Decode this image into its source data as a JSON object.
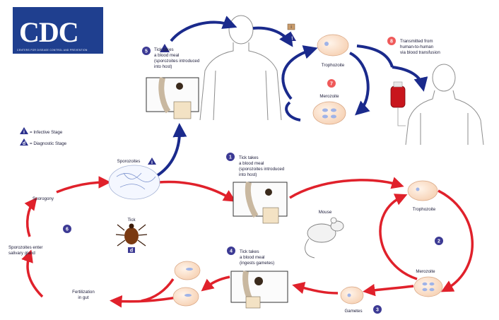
{
  "logo": {
    "text": "CDC",
    "subtitle": "CENTERS FOR DISEASE CONTROL AND PREVENTION"
  },
  "legend": {
    "infective_symbol": "i",
    "infective_label": "= Infective Stage",
    "diagnostic_symbol": "d",
    "diagnostic_label": "= Diagnostic Stage"
  },
  "stages": {
    "s1": {
      "num": "1",
      "line1": "Tick takes",
      "line2": "a blood meal",
      "line3": "(sporozoites introduced",
      "line4": "into host)"
    },
    "s2": {
      "num": "2"
    },
    "s3": {
      "num": "3",
      "label": "Gametes"
    },
    "s4": {
      "num": "4",
      "line1": "Tick takes",
      "line2": "a blood meal",
      "line3": "(ingests gametes)"
    },
    "s5": {
      "num": "5",
      "line1": "Tick takes",
      "line2": "a blood meal",
      "line3": "(sporozoites introduced",
      "line4": "into host)"
    },
    "s6": {
      "num": "6"
    },
    "s7": {
      "num": "7"
    },
    "s8": {
      "num": "8",
      "line1": "Transmitted from",
      "line2": "human-to-human",
      "line3": "via blood transfusion"
    }
  },
  "labels": {
    "trophozoite_top": "Trophozoite",
    "merozoite_top": "Merozoite",
    "trophozoite_mouse": "Trophozoite",
    "merozoite_mouse": "Merozoite",
    "mouse": "Mouse",
    "sporozoites": "Sporozoites",
    "sporogony": "Sporogony",
    "sg_line1": "Sporozoites enter",
    "sg_line2": "salivary gland",
    "fert_line1": "Fertilization",
    "fert_line2": "in gut",
    "tick": "Tick",
    "tick_badge": "d",
    "badge_i": "i",
    "badge_d": "d"
  },
  "colors": {
    "blue_arrow": "#1a2a8c",
    "red_arrow": "#e0212b",
    "cell_fill": "#fbe3cf",
    "cdc_blue": "#1f3f8f",
    "stage_circle": "#ef5a5a",
    "stage_circle_blue": "#3c3a94"
  }
}
